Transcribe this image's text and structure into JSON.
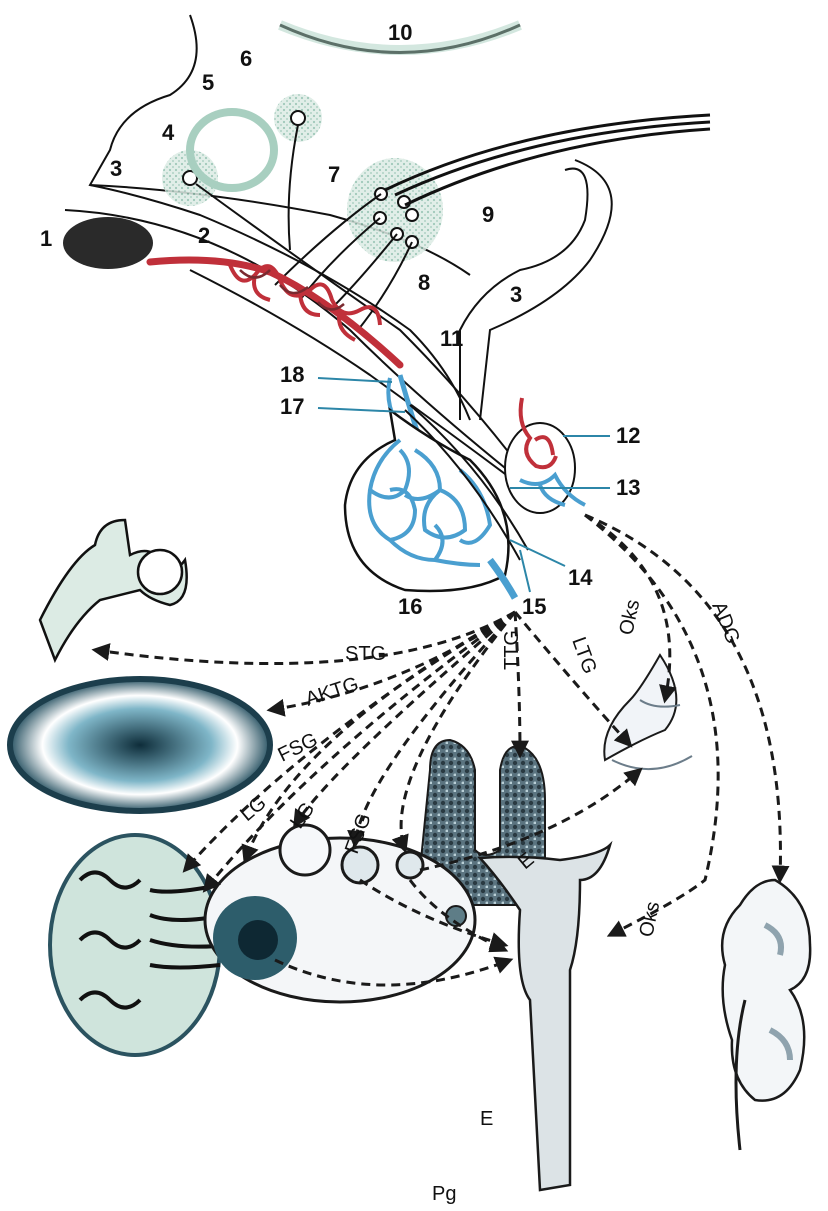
{
  "numbers": {
    "n1": "1",
    "n2": "2",
    "n3a": "3",
    "n3b": "3",
    "n4": "4",
    "n5": "5",
    "n6": "6",
    "n7": "7",
    "n8": "8",
    "n9": "9",
    "n10": "10",
    "n11": "11",
    "n12": "12",
    "n13": "13",
    "n14": "14",
    "n15": "15",
    "n16": "16",
    "n17": "17",
    "n18": "18"
  },
  "hormones": {
    "stg": "STG",
    "aktg": "AKTG",
    "fsg1": "FSG",
    "lg1": "LG",
    "lg2": "LG",
    "fsg2": "FSG",
    "ttg": "TTG",
    "ltg": "LTG",
    "oks1": "Oks",
    "adg": "ADG",
    "e1": "E",
    "oks2": "Oks",
    "e2": "E",
    "pg": "Pg"
  },
  "colors": {
    "portal_blue": "#4a9fd0",
    "artery_red": "#c0303a",
    "stipple_green": "#a8cfc0",
    "ink": "#1a1a1a"
  }
}
